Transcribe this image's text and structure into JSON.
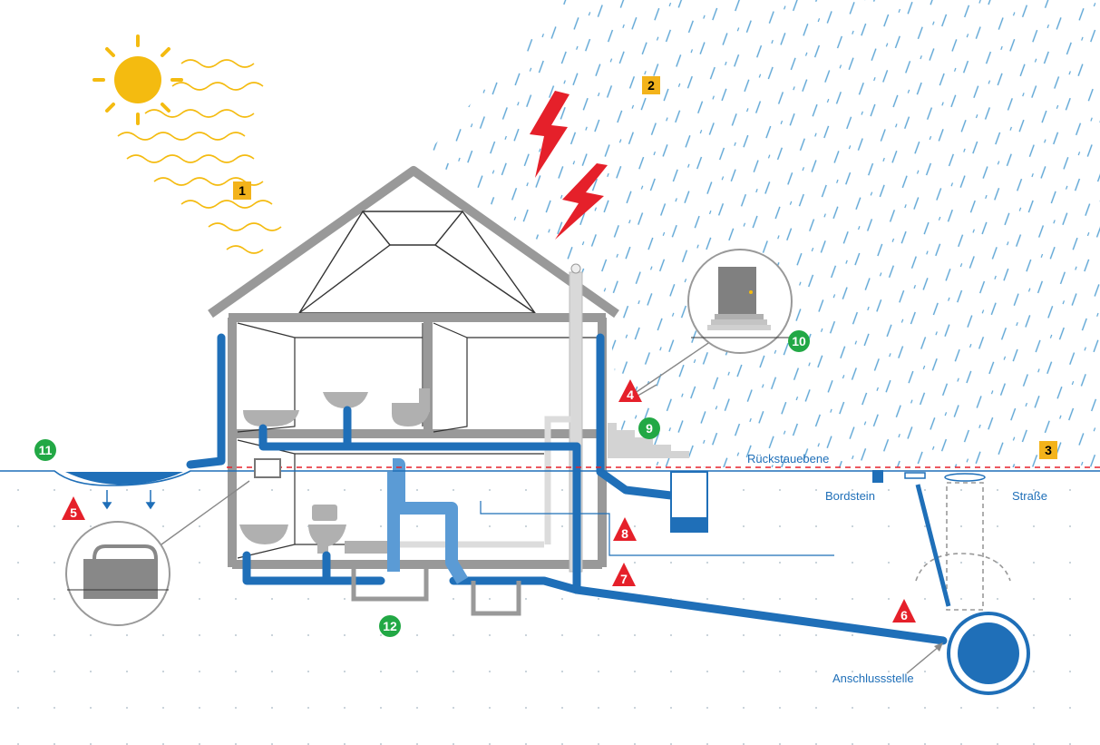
{
  "labels": {
    "rueckstauebene": "Rückstauebene",
    "bordstein": "Bordstein",
    "strasse": "Straße",
    "anschlussstelle": "Anschlussstelle"
  },
  "markers": {
    "m1": "1",
    "m2": "2",
    "m3": "3",
    "m4": "4",
    "m5": "5",
    "m6": "6",
    "m7": "7",
    "m8": "8",
    "m9": "9",
    "m10": "10",
    "m11": "11",
    "m12": "12"
  },
  "colors": {
    "pipe_blue": "#1f6fb8",
    "pipe_light": "#5b9bd5",
    "house_gray": "#999999",
    "rain_blue": "#4a9bd0",
    "sun_yellow": "#f4bb10",
    "lightning_red": "#e5202a",
    "warning_red": "#e5202a",
    "info_green": "#22a845",
    "square_yellow": "#f3b31b",
    "backflow_line": "#e5202a"
  },
  "icons": [
    "sun-icon",
    "lightning-icon",
    "rain-pattern",
    "door-icon",
    "basket-icon",
    "sewer-manhole-icon"
  ]
}
